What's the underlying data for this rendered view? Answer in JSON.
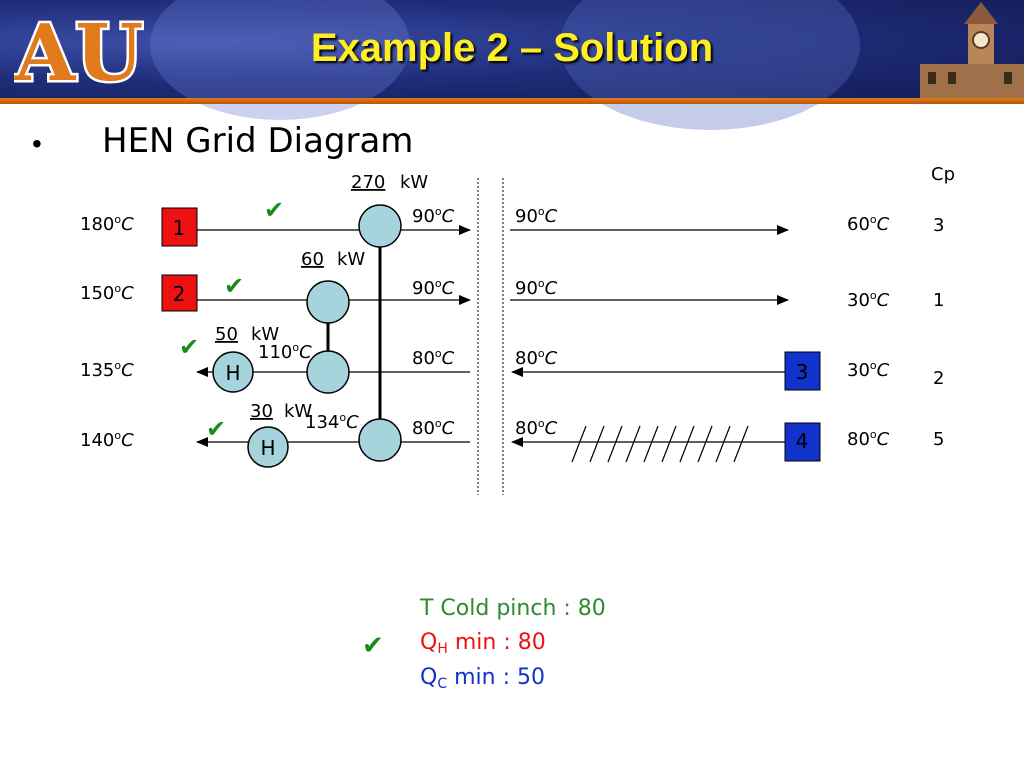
{
  "header": {
    "title": "Example 2 – Solution",
    "logo_text": "AU",
    "colors": {
      "navy": "#1f2d7a",
      "orange": "#e07a1c",
      "title_yellow": "#ffee22"
    }
  },
  "content": {
    "bullet": "•",
    "subtitle": "HEN Grid Diagram"
  },
  "diagram": {
    "cp_header": "Cp",
    "hot_streams": [
      {
        "id": "1",
        "t_in": "180oC",
        "t_mid_left": "90oC",
        "t_mid_right": "90oC",
        "t_out": "60oC",
        "cp": "3",
        "color": "#ee1111"
      },
      {
        "id": "2",
        "t_in": "150oC",
        "t_mid_left": "90oC",
        "t_mid_right": "90oC",
        "t_out": "30oC",
        "cp": "1",
        "color": "#ee1111"
      }
    ],
    "cold_streams": [
      {
        "id": "3",
        "t_in": "30oC",
        "t_mid_right": "80oC",
        "t_mid_left": "80oC",
        "t_out": "135oC",
        "cp": "2",
        "color": "#1133cc",
        "intermediate": "110oC"
      },
      {
        "id": "4",
        "t_in": "80oC",
        "t_mid_right": "80oC",
        "t_mid_left": "80oC",
        "t_out": "140oC",
        "cp": "5",
        "color": "#1133cc",
        "intermediate": "134oC"
      }
    ],
    "duties": {
      "match_1_4": {
        "value": "270",
        "unit": "kW"
      },
      "match_2_3": {
        "value": "60",
        "unit": "kW"
      },
      "heater_3": {
        "value": "50",
        "unit": "kW"
      },
      "heater_4": {
        "value": "30",
        "unit": "kW"
      }
    },
    "heater_label": "H",
    "check_mark": "✔"
  },
  "summary": {
    "t_cold_pinch": "T Cold pinch : 80",
    "qh_label": "Q",
    "qh_sub": "H",
    "qh_rest": " min : 80",
    "qc_label": "Q",
    "qc_sub": "C",
    "qc_rest": " min : 50",
    "colors": {
      "pinch": "#2e8b2e",
      "qh": "#ee1111",
      "qc": "#1133cc"
    }
  }
}
